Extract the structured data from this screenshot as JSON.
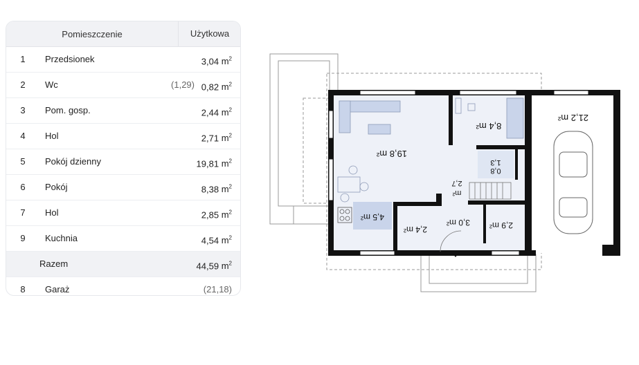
{
  "table": {
    "headers": {
      "room": "Pomieszczenie",
      "area": "Użytkowa"
    },
    "unit_base": "m",
    "unit_exp": "2",
    "rows": [
      {
        "num": "1",
        "name": "Przedsionek",
        "area": "3,04"
      },
      {
        "num": "2",
        "name": "Wc",
        "extra": "(1,29)",
        "area": "0,82"
      },
      {
        "num": "3",
        "name": "Pom. gosp.",
        "area": "2,44"
      },
      {
        "num": "4",
        "name": "Hol",
        "area": "2,71"
      },
      {
        "num": "5",
        "name": "Pokój dzienny",
        "area": "19,81"
      },
      {
        "num": "6",
        "name": "Pokój",
        "area": "8,38"
      },
      {
        "num": "7",
        "name": "Hol",
        "area": "2,85"
      },
      {
        "num": "9",
        "name": "Kuchnia",
        "area": "4,54"
      }
    ],
    "total": {
      "name": "Razem",
      "area": "44,59"
    },
    "garage": {
      "num": "8",
      "name": "Garaż",
      "area": "(21,18)"
    }
  },
  "plan": {
    "labels": {
      "living": "19,8 m²",
      "room": "8,4 m²",
      "garage": "21,2 m²",
      "wc_a": "1,3",
      "wc_b": "0,8",
      "hall_a": "2,7",
      "hall_b": "m²",
      "kitchen": "4,5 m²",
      "utility": "2,4 m²",
      "entry": "3,0 m²",
      "hall2": "2,9 m²"
    },
    "colors": {
      "wall": "#111111",
      "floor": "#eef1f8",
      "furniture": "#c9d4ea",
      "dash": "#9a9a9a"
    }
  }
}
